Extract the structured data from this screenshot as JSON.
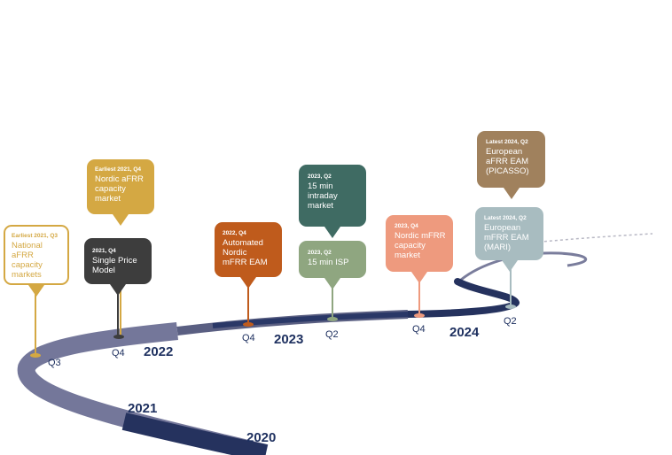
{
  "years": [
    "2020",
    "2021",
    "2022",
    "2023",
    "2024"
  ],
  "quarters": {
    "q3_2021": "Q3",
    "q4_2021": "Q4",
    "q4_2022": "Q4",
    "q2_2023": "Q2",
    "q4_2023": "Q4",
    "q2_2024": "Q2"
  },
  "milestones": [
    {
      "id": "national-afrr",
      "small": "Earliest 2021, Q3",
      "text": "National aFRR capacity markets",
      "color": "#d4a843",
      "outlined": true
    },
    {
      "id": "nordic-afrr",
      "small": "Earliest 2021, Q4",
      "text": "Nordic aFRR capacity market",
      "color": "#d4a843",
      "outlined": false
    },
    {
      "id": "single-price",
      "small": "2021, Q4",
      "text": "Single Price Model",
      "color": "#3d3d3d",
      "outlined": false
    },
    {
      "id": "automated-mfrr",
      "small": "2022, Q4",
      "text": "Automated Nordic mFRR EAM",
      "color": "#bf5b1c",
      "outlined": false
    },
    {
      "id": "intraday",
      "small": "2023, Q2",
      "text": "15 min intraday market",
      "color": "#3f6b63",
      "outlined": false
    },
    {
      "id": "isp",
      "small": "2023, Q2",
      "text": "15 min ISP",
      "color": "#8fa680",
      "outlined": false
    },
    {
      "id": "nordic-mfrr",
      "small": "2023, Q4",
      "text": "Nordic mFRR capacity market",
      "color": "#ee9a7e",
      "outlined": false
    },
    {
      "id": "picasso",
      "small": "Latest 2024, Q2",
      "text": "European aFRR EAM (PICASSO)",
      "color": "#a0815d",
      "outlined": false
    },
    {
      "id": "mari",
      "small": "Latest 2024, Q2",
      "text": "European mFRR EAM (MARI)",
      "color": "#a8bcc0",
      "outlined": false
    }
  ]
}
